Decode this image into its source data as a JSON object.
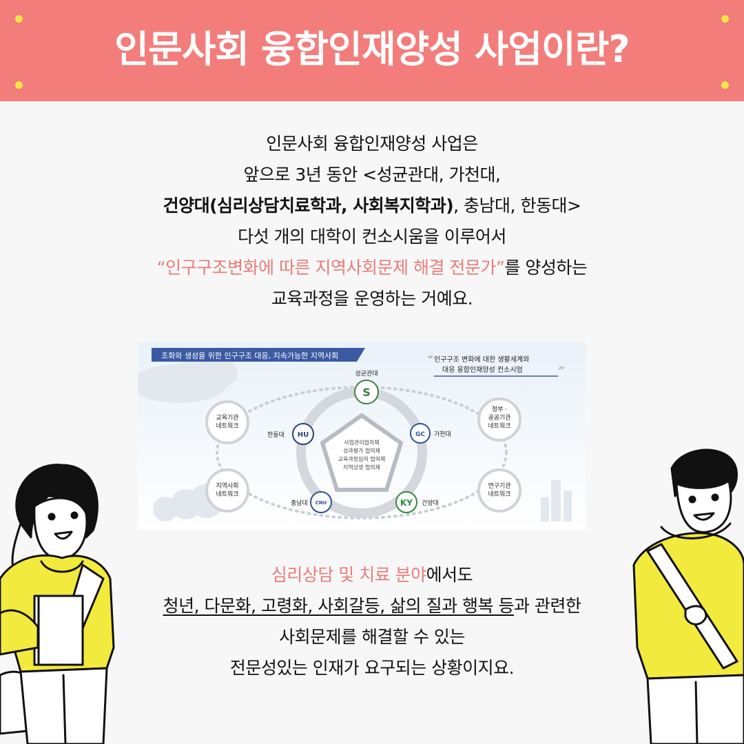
{
  "header": {
    "title": "인문사회 융합인재양성 사업이란?",
    "bg_color": "#f37d7b",
    "dot_color": "#f6e54a"
  },
  "intro": {
    "line1": "인문사회 융합인재양성 사업은",
    "line2": "앞으로 3년 동안 <성균관대, 가천대,",
    "line3_bold": "건양대(심리상담치료학과, 사회복지학과)",
    "line3_rest": ", 충남대, 한동대>",
    "line4": "다섯 개의 대학이 컨소시움을 이루어서",
    "line5_pink": "“인구구조변화에 따른 지역사회문제 해결 전문가”",
    "line5_rest": "를 양성하는",
    "line6": "교육과정을 운영하는 거예요."
  },
  "diagram": {
    "banner": "조화와 생성을 위한 인구구조 대응, 지속가능한 지역사회",
    "quote_line1": "인구구조 변화에 대한 생활세계와",
    "quote_line2": "대응 융합인재양성 컨소시엄",
    "center_lines": [
      "사업관리협의체",
      "성과평가 협의체",
      "교육과정심의 협의체",
      "지역상생 협의체"
    ],
    "universities": {
      "top": "성균관대",
      "right": "가천대",
      "bottom_right": "건양대",
      "bottom_left": "충남대",
      "left": "한동대"
    },
    "university_marks": {
      "top": "S",
      "right": "GC",
      "bottom_right": "KY",
      "bottom_left": "CNU",
      "left": "HU"
    },
    "networks": {
      "top_left": [
        "교육기관",
        "네트워크"
      ],
      "bottom_left": [
        "지역사회",
        "네트워크"
      ],
      "top_right": [
        "정부 ·",
        "공공기관",
        "네트워크"
      ],
      "bottom_right": [
        "연구기관",
        "네트워크"
      ]
    }
  },
  "outro": {
    "line1_pink": "심리상담 및 치료 분야",
    "line1_rest": "에서도",
    "line2_underlined": "청년, 다문화, 고령화, 사회갈등, 삶의 질과 행복 등",
    "line2_rest": "과 관련한",
    "line3": "사회문제를 해결할 수 있는",
    "line4": "전문성있는 인재가 요구되는 상황이지요."
  },
  "colors": {
    "accent_pink": "#e97c79",
    "hoodie_yellow": "#f2ea3c",
    "diagram_blue": "#3b5aa3"
  },
  "icons": [
    "female-student-illustration",
    "male-student-illustration"
  ]
}
